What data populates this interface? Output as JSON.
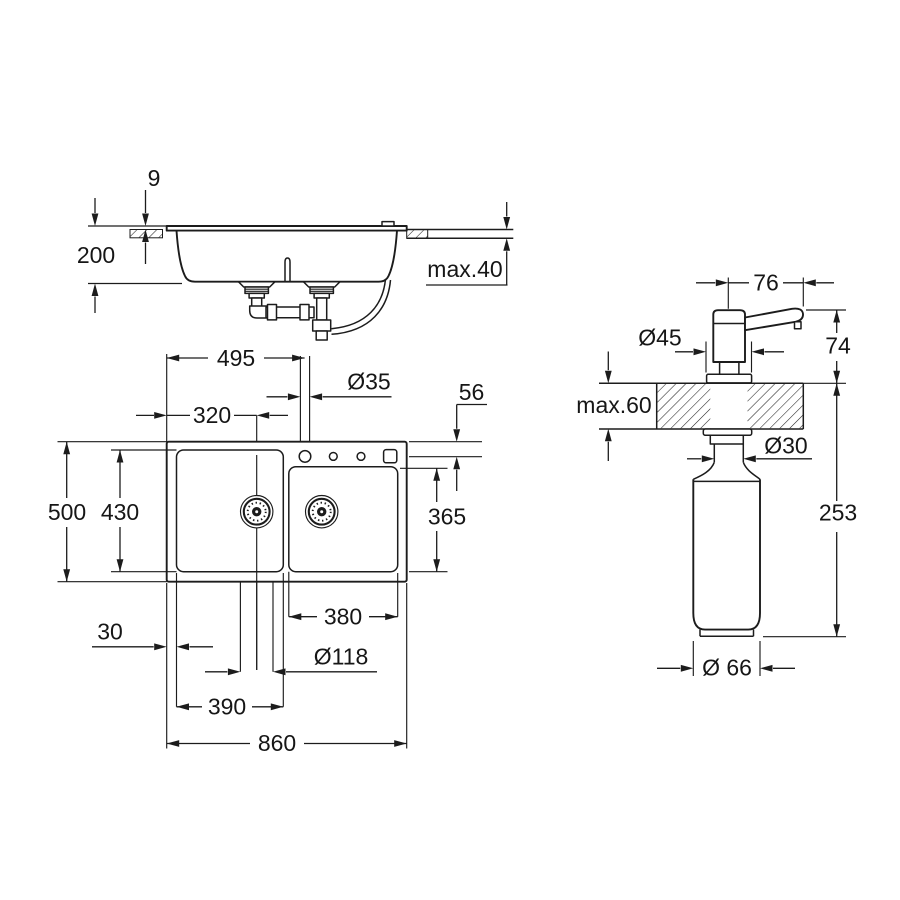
{
  "drawing_type": "sink-installation-dimension-diagram",
  "style": {
    "line_color": "#1c1c1c",
    "text_color": "#161616",
    "background": "#ffffff"
  },
  "labels": {
    "side_view": {
      "rim_height": "9",
      "bowl_depth": "200",
      "counter_thickness_max": "max.40"
    },
    "plan_view": {
      "tap_hole_from_left": "495",
      "tap_hole_diameter": "Ø35",
      "left_drain_from_left": "320",
      "tap_centres_from_rear": "56",
      "outer_depth": "500",
      "inner_depth": "430",
      "right_bowl_depth": "365",
      "right_bowl_width": "380",
      "edge_offset": "30",
      "drain_diameter": "Ø118",
      "left_bowl_width": "390",
      "overall_width": "860"
    },
    "dispenser_view": {
      "spout_reach": "76",
      "flange_diameter": "Ø45",
      "height_above_deck": "74",
      "deck_thickness_max": "max.60",
      "shank_diameter": "Ø30",
      "below_deck_length": "253",
      "bottle_diameter": "Ø 66"
    }
  }
}
